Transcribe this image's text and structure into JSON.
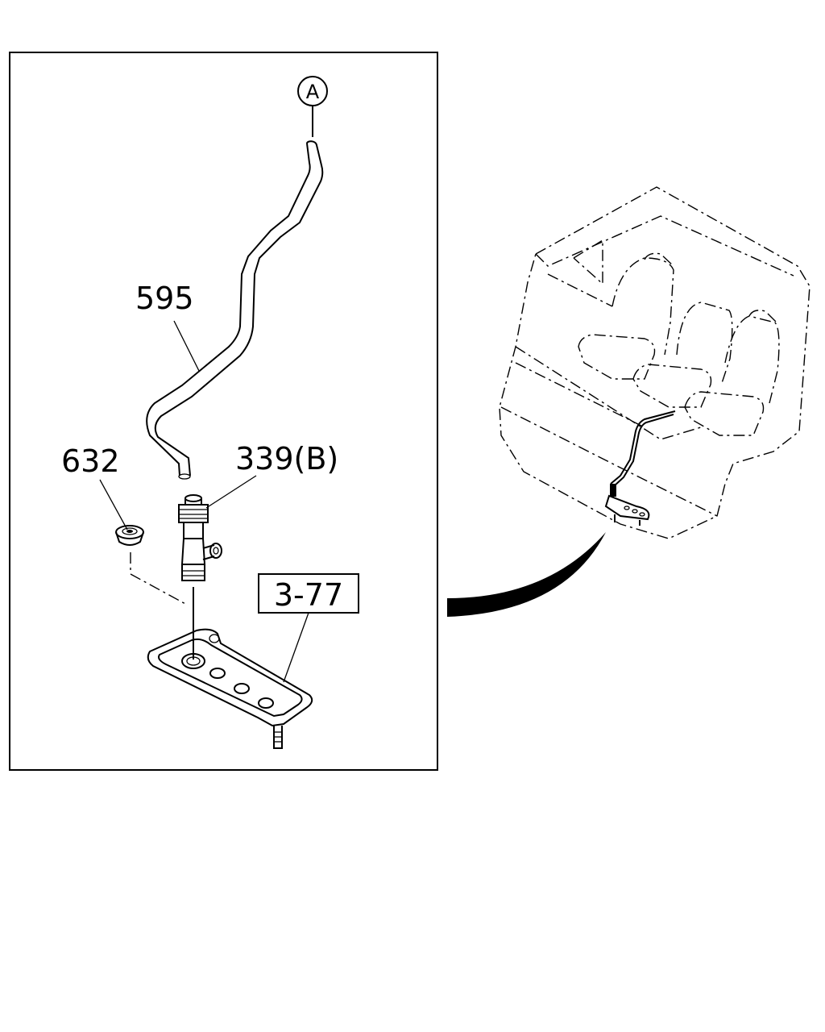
{
  "diagram": {
    "connector_label": "A",
    "callouts": {
      "hose": "595",
      "grommet": "632",
      "tee_joint": "339(B)",
      "reference": "3-77"
    }
  },
  "colors": {
    "line": "#000000",
    "background": "#ffffff"
  }
}
